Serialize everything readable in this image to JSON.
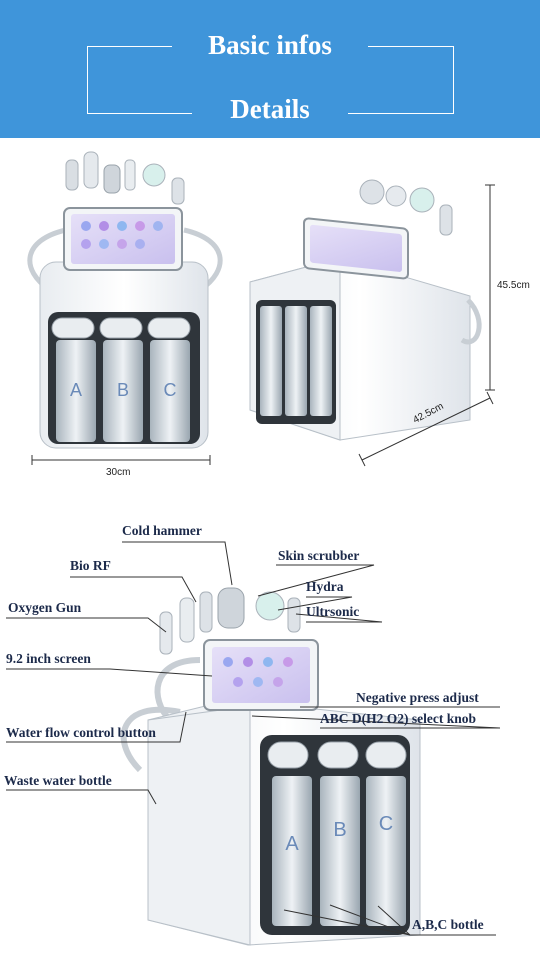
{
  "header": {
    "title_top": "Basic infos",
    "title_bottom": "Details",
    "background": "#3f95da"
  },
  "dimensions": {
    "width": "30cm",
    "height": "45.5cm",
    "depth": "42.5cm"
  },
  "bottles_front": [
    "A",
    "B",
    "C"
  ],
  "callouts": {
    "cold_hammer": "Cold hammer",
    "bio_rf": "Bio RF",
    "skin_scrubber": "Skin scrubber",
    "hydra": "Hydra",
    "oxygen_gun": "Oxygen Gun",
    "ultrsonic": "Ultrsonic",
    "screen": "9.2 inch screen",
    "negative_press": "Negative press adjust",
    "select_knob": "ABC D(H2 O2) select knob",
    "water_flow": "Water flow control button",
    "waste_water": "Waste water bottle",
    "abc_bottle": "A,B,C bottle"
  }
}
